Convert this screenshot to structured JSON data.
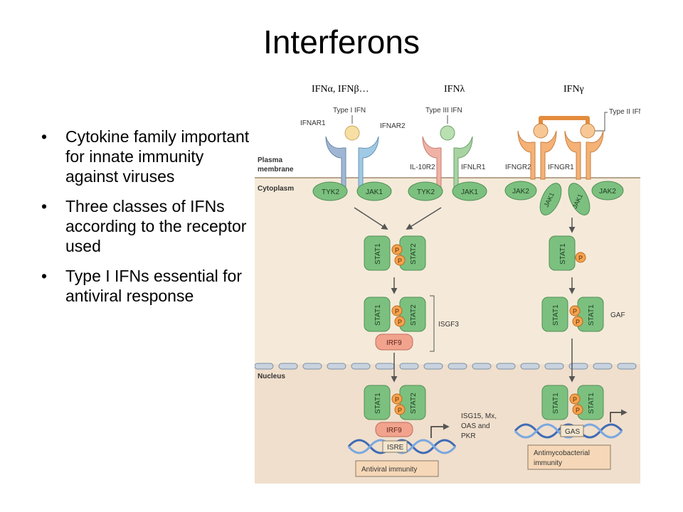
{
  "slide": {
    "title": "Interferons",
    "bullets": [
      "Cytokine family important for innate immunity against viruses",
      "Three classes of IFNs according to the receptor used",
      "Type I IFNs essential for antiviral response"
    ]
  },
  "ligand_labels": [
    "IFNα, IFNβ…",
    "IFNλ",
    "IFNγ"
  ],
  "diagram": {
    "compartments": {
      "membrane": "Plasma membrane",
      "cytoplasm": "Cytoplasm",
      "nucleus": "Nucleus"
    },
    "ifn_types": {
      "type1": "Type I IFN",
      "type3": "Type III IFN",
      "type2": "Type II IFN"
    },
    "receptors": {
      "ifnar1": "IFNAR1",
      "ifnar2": "IFNAR2",
      "il10r2": "IL-10R2",
      "ifnlr1": "IFNLR1",
      "ifngr2": "IFNGR2",
      "ifngr1": "IFNGR1"
    },
    "kinases": {
      "tyk2": "TYK2",
      "jak1": "JAK1",
      "jak2": "JAK2"
    },
    "proteins": {
      "stat1": "STAT1",
      "stat2": "STAT2",
      "irf9": "IRF9",
      "p": "P"
    },
    "complexes": {
      "isgf3": "ISGF3",
      "gaf": "GAF"
    },
    "elements": {
      "isre": "ISRE",
      "gas": "GAS"
    },
    "target_genes": [
      "ISG15, Mx,",
      "OAS and",
      "PKR"
    ],
    "outcomes": {
      "antiviral": "Antiviral immunity",
      "antimyco_1": "Antimycobacterial",
      "antimyco_2": "immunity"
    }
  },
  "colors": {
    "background_cytoplasm": "#f5ead9",
    "background_nucleus": "#f0dfcc",
    "stat_green": "#7cc07f",
    "irf9_salmon": "#f2a38e",
    "phospho_orange": "#f6a24f",
    "receptor_blue": "#9fb7d4",
    "receptor_orange": "#f5b176",
    "receptor_pink": "#f1b2a6"
  }
}
